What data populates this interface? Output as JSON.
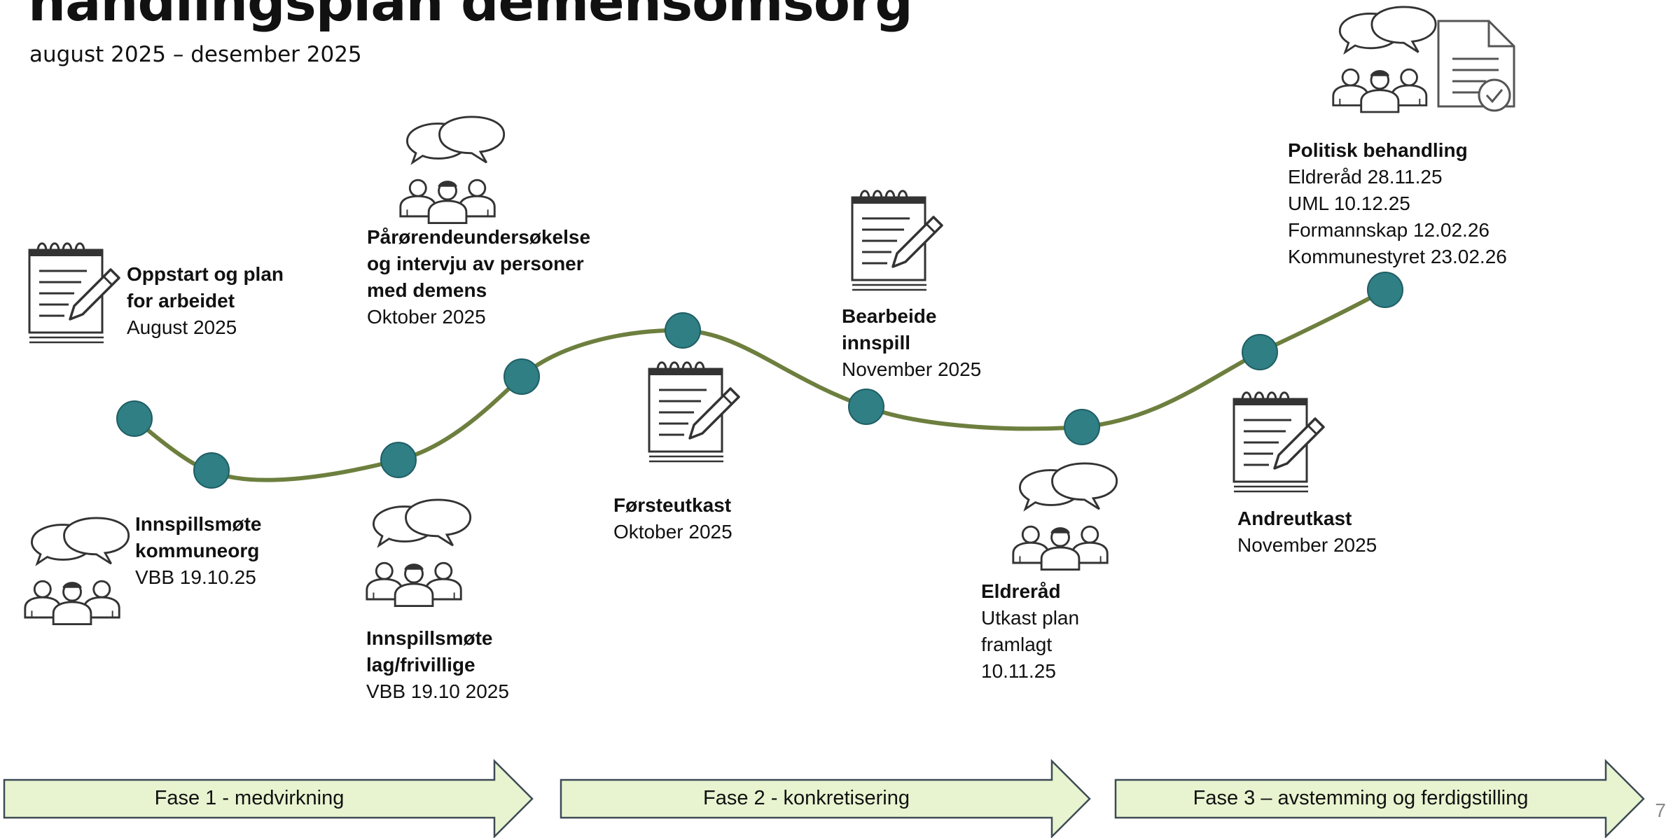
{
  "header": {
    "title": "handlingsplan demensomsorg",
    "period": "august 2025 – desember 2025"
  },
  "milestones": [
    {
      "name": "Oppstart og plan\nfor arbeidet",
      "detail": "August 2025",
      "icon": "document-pen-icon"
    },
    {
      "name": "Innspillsmøte\nkommuneorg",
      "detail": "VBB 19.10.25",
      "icon": "meeting-group-icon"
    },
    {
      "name": "Innspillsmøte\nlag/frivillige",
      "detail": "VBB 19.10 2025",
      "icon": "meeting-group-icon"
    },
    {
      "name": "Pårørendeundersøkelse\nog intervju av personer\nmed demens",
      "detail": "Oktober 2025",
      "icon": "meeting-group-icon"
    },
    {
      "name": "Førsteutkast",
      "detail": "Oktober 2025",
      "icon": "document-pen-icon"
    },
    {
      "name": "Bearbeide\ninnspill",
      "detail": "November 2025",
      "icon": "document-pen-icon"
    },
    {
      "name": "Eldreråd",
      "detail": "Utkast plan\nframlagt\n10.11.25",
      "icon": "meeting-group-icon"
    },
    {
      "name": "Andreutkast",
      "detail": "November 2025",
      "icon": "document-pen-icon"
    },
    {
      "name": "Politisk behandling",
      "detail": "Eldreråd 28.11.25\nUML 10.12.25\nFormannskap 12.02.26\nKommunestyret 23.02.26",
      "icon": "meeting-approved-document-icon"
    }
  ],
  "phases": [
    {
      "label": "Fase 1 - medvirkning"
    },
    {
      "label": "Fase 2 - konkretisering"
    },
    {
      "label": "Fase 3 – avstemming og ferdigstilling"
    }
  ],
  "page_number": "7",
  "colors": {
    "path": "#6d7f3e",
    "node_fill": "#2f7f85",
    "node_stroke": "#1f5e63",
    "phase_fill": "#e8f4d0",
    "phase_stroke": "#3e4a55",
    "icon_stroke": "#333333"
  }
}
